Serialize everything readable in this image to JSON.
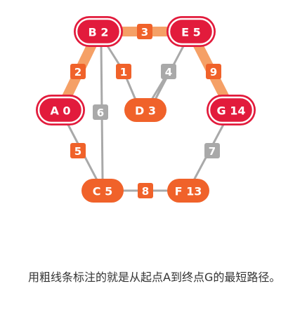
{
  "colors": {
    "highlight_edge": "#f5a066",
    "plain_edge": "#a9a9a9",
    "node_fill": "#f0622a",
    "highlight_node_fill": "#e21b3c",
    "edge_badge_highlight": "#f0622a",
    "edge_badge_plain": "#a9a9a9",
    "caption_text": "#333333"
  },
  "nodes": [
    {
      "id": "B",
      "label": "B 2",
      "highlighted": true
    },
    {
      "id": "E",
      "label": "E 5",
      "highlighted": true
    },
    {
      "id": "A",
      "label": "A 0",
      "highlighted": true
    },
    {
      "id": "D",
      "label": "D 3",
      "highlighted": false
    },
    {
      "id": "G",
      "label": "G 14",
      "highlighted": true
    },
    {
      "id": "C",
      "label": "C 5",
      "highlighted": false
    },
    {
      "id": "F",
      "label": "F 13",
      "highlighted": false
    }
  ],
  "edges": [
    {
      "from": "B",
      "to": "E",
      "weight": "3",
      "highlighted": true
    },
    {
      "from": "A",
      "to": "B",
      "weight": "2",
      "highlighted": true
    },
    {
      "from": "B",
      "to": "D",
      "weight": "1",
      "highlighted": false
    },
    {
      "from": "D",
      "to": "E",
      "weight": "4",
      "highlighted": false
    },
    {
      "from": "E",
      "to": "G",
      "weight": "9",
      "highlighted": true
    },
    {
      "from": "B",
      "to": "C",
      "weight": "6",
      "highlighted": false
    },
    {
      "from": "A",
      "to": "C",
      "weight": "5",
      "highlighted": false
    },
    {
      "from": "G",
      "to": "F",
      "weight": "7",
      "highlighted": false
    },
    {
      "from": "C",
      "to": "F",
      "weight": "8",
      "highlighted": false
    }
  ],
  "caption": "用粗线条标注的就是从起点A到终点G的最短路径。"
}
